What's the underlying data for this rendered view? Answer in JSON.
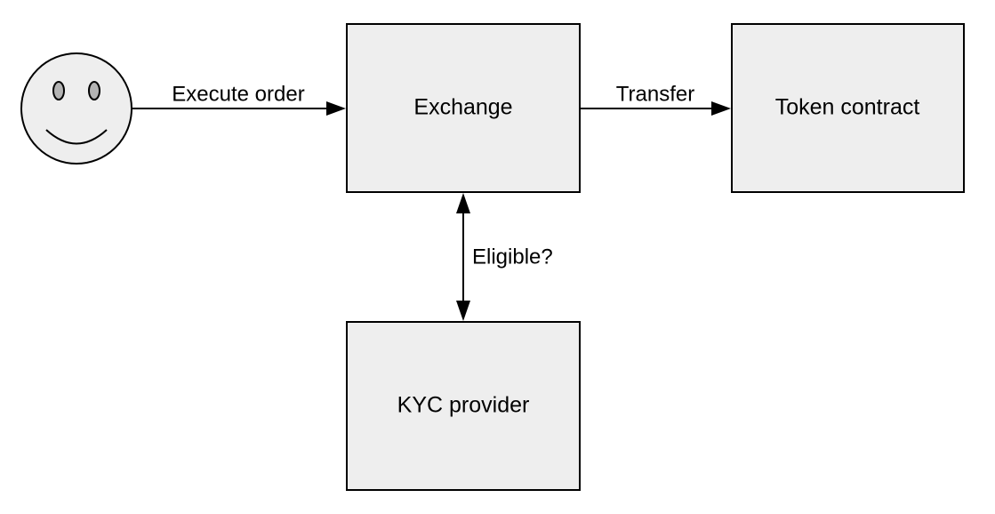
{
  "diagram": {
    "nodes": {
      "user": {
        "icon": "smiley-face-icon"
      },
      "exchange": {
        "label": "Exchange"
      },
      "token_contract": {
        "label": "Token contract"
      },
      "kyc_provider": {
        "label": "KYC provider"
      }
    },
    "edges": {
      "execute_order": {
        "label": "Execute order"
      },
      "transfer": {
        "label": "Transfer"
      },
      "eligible": {
        "label": "Eligible?"
      }
    },
    "colors": {
      "box_fill": "#eeeeee",
      "stroke": "#000000",
      "face_fill": "#eeeeee",
      "eye_fill": "#b3b3b3"
    }
  }
}
